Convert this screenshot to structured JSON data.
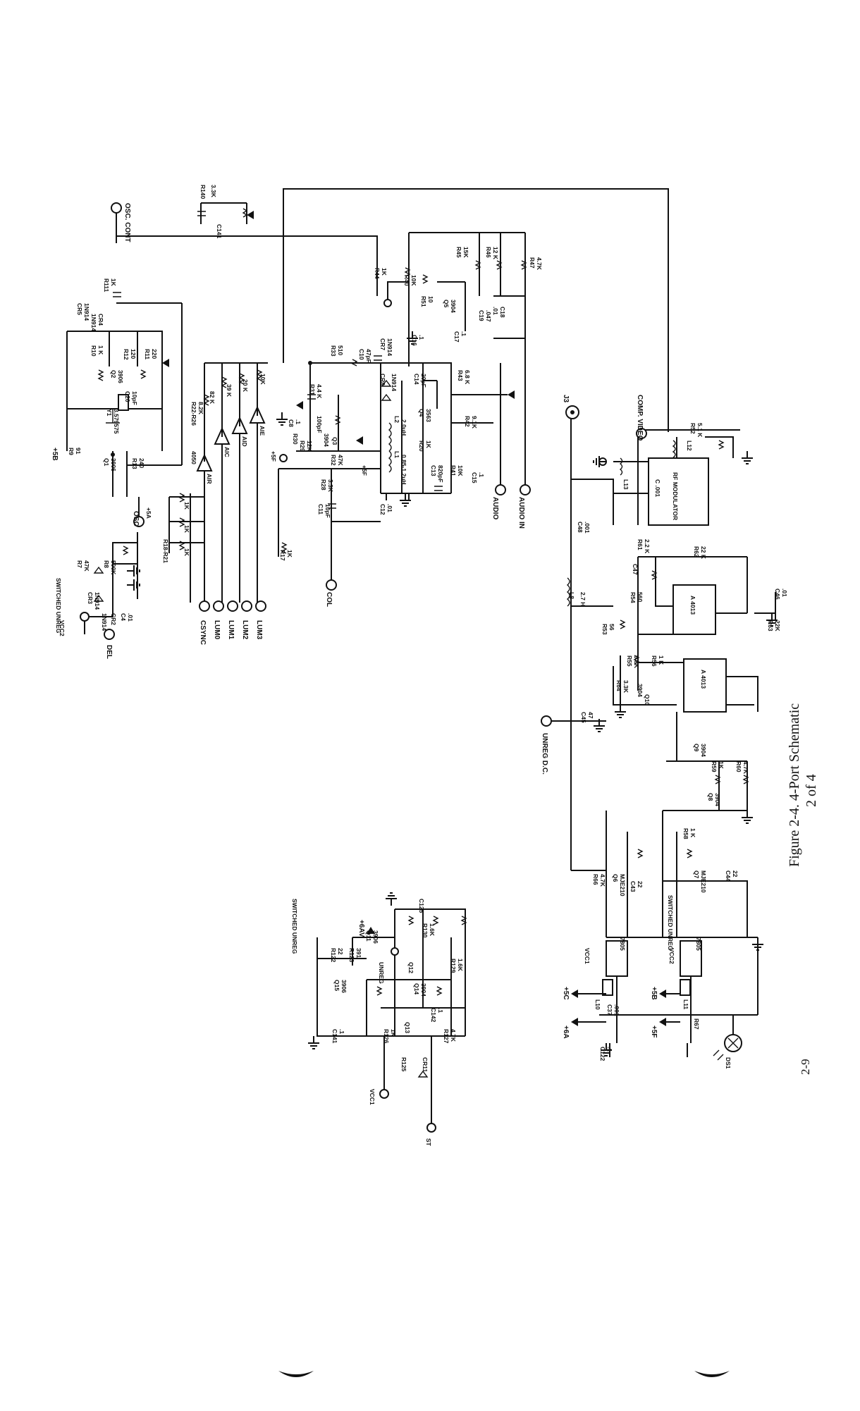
{
  "caption": {
    "line1": "Figure 2-4.  4-Port Schematic",
    "line2": "2 of 4"
  },
  "page_number": "2-9",
  "ports": {
    "osc_cont": "OSC. CONT",
    "comp_video": "COMP. VIDEO",
    "audio": "AUDIO",
    "audio_in": "AUDIO IN",
    "unreg_dc": "UNREG D.C.",
    "osc": "OSC",
    "col": "COL",
    "del": "DEL",
    "st": "ST",
    "j3": "J3"
  },
  "inputs": [
    "CSYNC",
    "LUM0",
    "LUM1",
    "LUM2",
    "LUM3"
  ],
  "rails": {
    "plus5b": "+5B",
    "plus5a": "+5A",
    "plus5f": "+5F",
    "plus5c": "+5C",
    "plus6a": "+6A",
    "plus6v": "+6AV",
    "vcc1": "VCC1",
    "vcc2": "VCC2",
    "unreg": "UNREG",
    "switched_unreg": "SWITCHED UNREG"
  },
  "components": {
    "q1": "Q1",
    "q1_type": "3906",
    "r9": "R9",
    "r9_val": "91",
    "r13": "R13",
    "r13_val": "240",
    "y1": "Y1",
    "y1_val": "3.579575",
    "c20": "C20",
    "c20_val": "10pF",
    "q2": "Q2",
    "q2_type": "3906",
    "r10": "R10",
    "r10_val": "1 K",
    "r12": "R12",
    "r12_val": "120",
    "r11": "R11",
    "r11_val": "220",
    "cr5": "CR5",
    "cr5_type": "1N914",
    "cr4": "CR4",
    "cr4_type": "1N914",
    "r111": "R111",
    "r111_val": "1K",
    "c141": "C141",
    "r140": "R140",
    "r140_val": "3.3K",
    "r22_r26": "R22-R26",
    "r22_r26_val": "8.2K",
    "g4050": "4050",
    "air": "AIR",
    "aic": "AIC",
    "aid": "AID",
    "aie": "AIE",
    "val82k": "82 K",
    "val39k": "39 K",
    "val20k": "20 K",
    "val10k": "10K",
    "c8": "C8",
    "c8_val": ".1",
    "r31": "R31",
    "r31_val": "4.4 K",
    "c_100pf": "100pF",
    "q3": "Q3",
    "q3_type": "3904",
    "r30": "R30",
    "r29": "R29",
    "r29_val": "12K",
    "r32": "R32",
    "r32_val": "47K",
    "r33": "R33",
    "r33_val": "510",
    "c10": "C10",
    "c10_val": "47pF",
    "cr7": "CR7",
    "cr7_type": "1N914",
    "cr8": "CR8",
    "cr8_type": "1N914",
    "l2": "L2",
    "l2_val": "2.0uH",
    "l1": "L1",
    "l1_val": "0.85-1.2uH",
    "c14": "C14",
    "c14_val": "20pF",
    "q4": "Q4",
    "q4_type": "3563",
    "r20": "R20",
    "r20_val": "1K",
    "c13": "C13",
    "c13_val": "820pF",
    "r41": "R41",
    "r41_val": "10K",
    "c15": "C15",
    "c15_val": ".1",
    "c12": "C12",
    "c12_val": ".01",
    "r42": "R42",
    "r42_val": "9.1K",
    "r43": "R43",
    "r43_val": "6.8 K",
    "c17": "C17",
    "c17_val": ".1",
    "c16": "C16",
    "c16_val": ".1",
    "q5": "Q5",
    "q5_type": "3904",
    "r40": "R40",
    "r40_val": "10K",
    "r51": "R51",
    "r51_val": "10",
    "r44": "R44",
    "r44_val": "1K",
    "r45": "R45",
    "r45_val": "15K",
    "r46": "R46",
    "r46_val": "12 K",
    "c19": "C19",
    "c19_val": ".047",
    "c18": "C18",
    "c18_val": ".01",
    "r47": "R47",
    "r47_val": "4.7K",
    "r28": "R28",
    "r28_val": "3.3K",
    "c11": "C11",
    "c11_val": "10pF",
    "r17": "R17",
    "r17_val": "1K",
    "r18_r21": "R18-R21",
    "val1k": "1K",
    "r7": "R7",
    "r7_val": "47K",
    "r8": "R8",
    "r8_val": "500K",
    "cr3": "CR3",
    "cr3_type": "1N914",
    "cr2": "CR2",
    "cr2_type": "1N914",
    "c4": "C4",
    "c4_val": ".01",
    "l12": "L12",
    "r52": "R52",
    "r52_val": "5.1 K",
    "rf_mod": "RF MODULATOR",
    "l13": "L13",
    "c_001": "C .001",
    "r61": "R61",
    "r61_val": "2.2 K",
    "r62": "R62",
    "r62_val": "22 K",
    "c47": "C47",
    "c48": "C48",
    "c48_val": ".001",
    "l8": "L8",
    "l8_val": "2.7 H",
    "r53": "R53",
    "r53_val": "56",
    "r54": "R54",
    "r54_val": "560",
    "r55": "R55",
    "r55_val": "6.8K",
    "r56": "R56",
    "r56_val": "1 K",
    "r64": "R64",
    "r64_val": "3.3K",
    "q10": "Q10",
    "q10_type": "3904",
    "r63": "R63",
    "r63_val": "22K",
    "c46": "C46",
    "c46_val": ".01",
    "a_4013": "A 4013",
    "q9": "Q9",
    "q9_type": "3904",
    "c45": "C45",
    "c45_val": "47",
    "r59": "R59",
    "r59_val": "1K",
    "r60": "R60",
    "r60_val": "4.7K",
    "q8": "Q8",
    "q8_type": "3904",
    "r58": "R58",
    "r58_val": "1 K",
    "c44": "C44",
    "c44_val": "22",
    "q7": "Q7",
    "q7_type": "MJE210",
    "r66": "R66",
    "r66_val": "4.7K",
    "q6": "Q6",
    "q6_type": "MJE210",
    "c43": "C43",
    "c43_val": "22",
    "vr1": "7805",
    "vr2": "7805",
    "l10": "L10",
    "l11": "L11",
    "c37": "C37",
    "c37_val": ".001",
    "c122": "C122",
    "c122_val": ".1",
    "ds1": "DS1",
    "r67": "R67",
    "q11": "Q11",
    "q11_type": "3906",
    "q12": "Q12",
    "q13": "Q13",
    "q14": "Q14",
    "q14_type": "3904",
    "q15": "Q15",
    "q15_type": "3906",
    "r123": "R123",
    "r123_val": "391",
    "r122": "R122",
    "r122_val": "22",
    "r130": "R130",
    "r130_val": "1.6K",
    "r129": "R129",
    "r129_val": "1.6K",
    "r126": "R126",
    "r126_val": "1K",
    "r127": "R127",
    "r127_val": "4.7K",
    "r125": "R125",
    "c142": "C142",
    "c142_val": ".1",
    "c141b": "C141",
    "c141b_val": ".1",
    "c125": "C125",
    "cr11": "CR11"
  }
}
